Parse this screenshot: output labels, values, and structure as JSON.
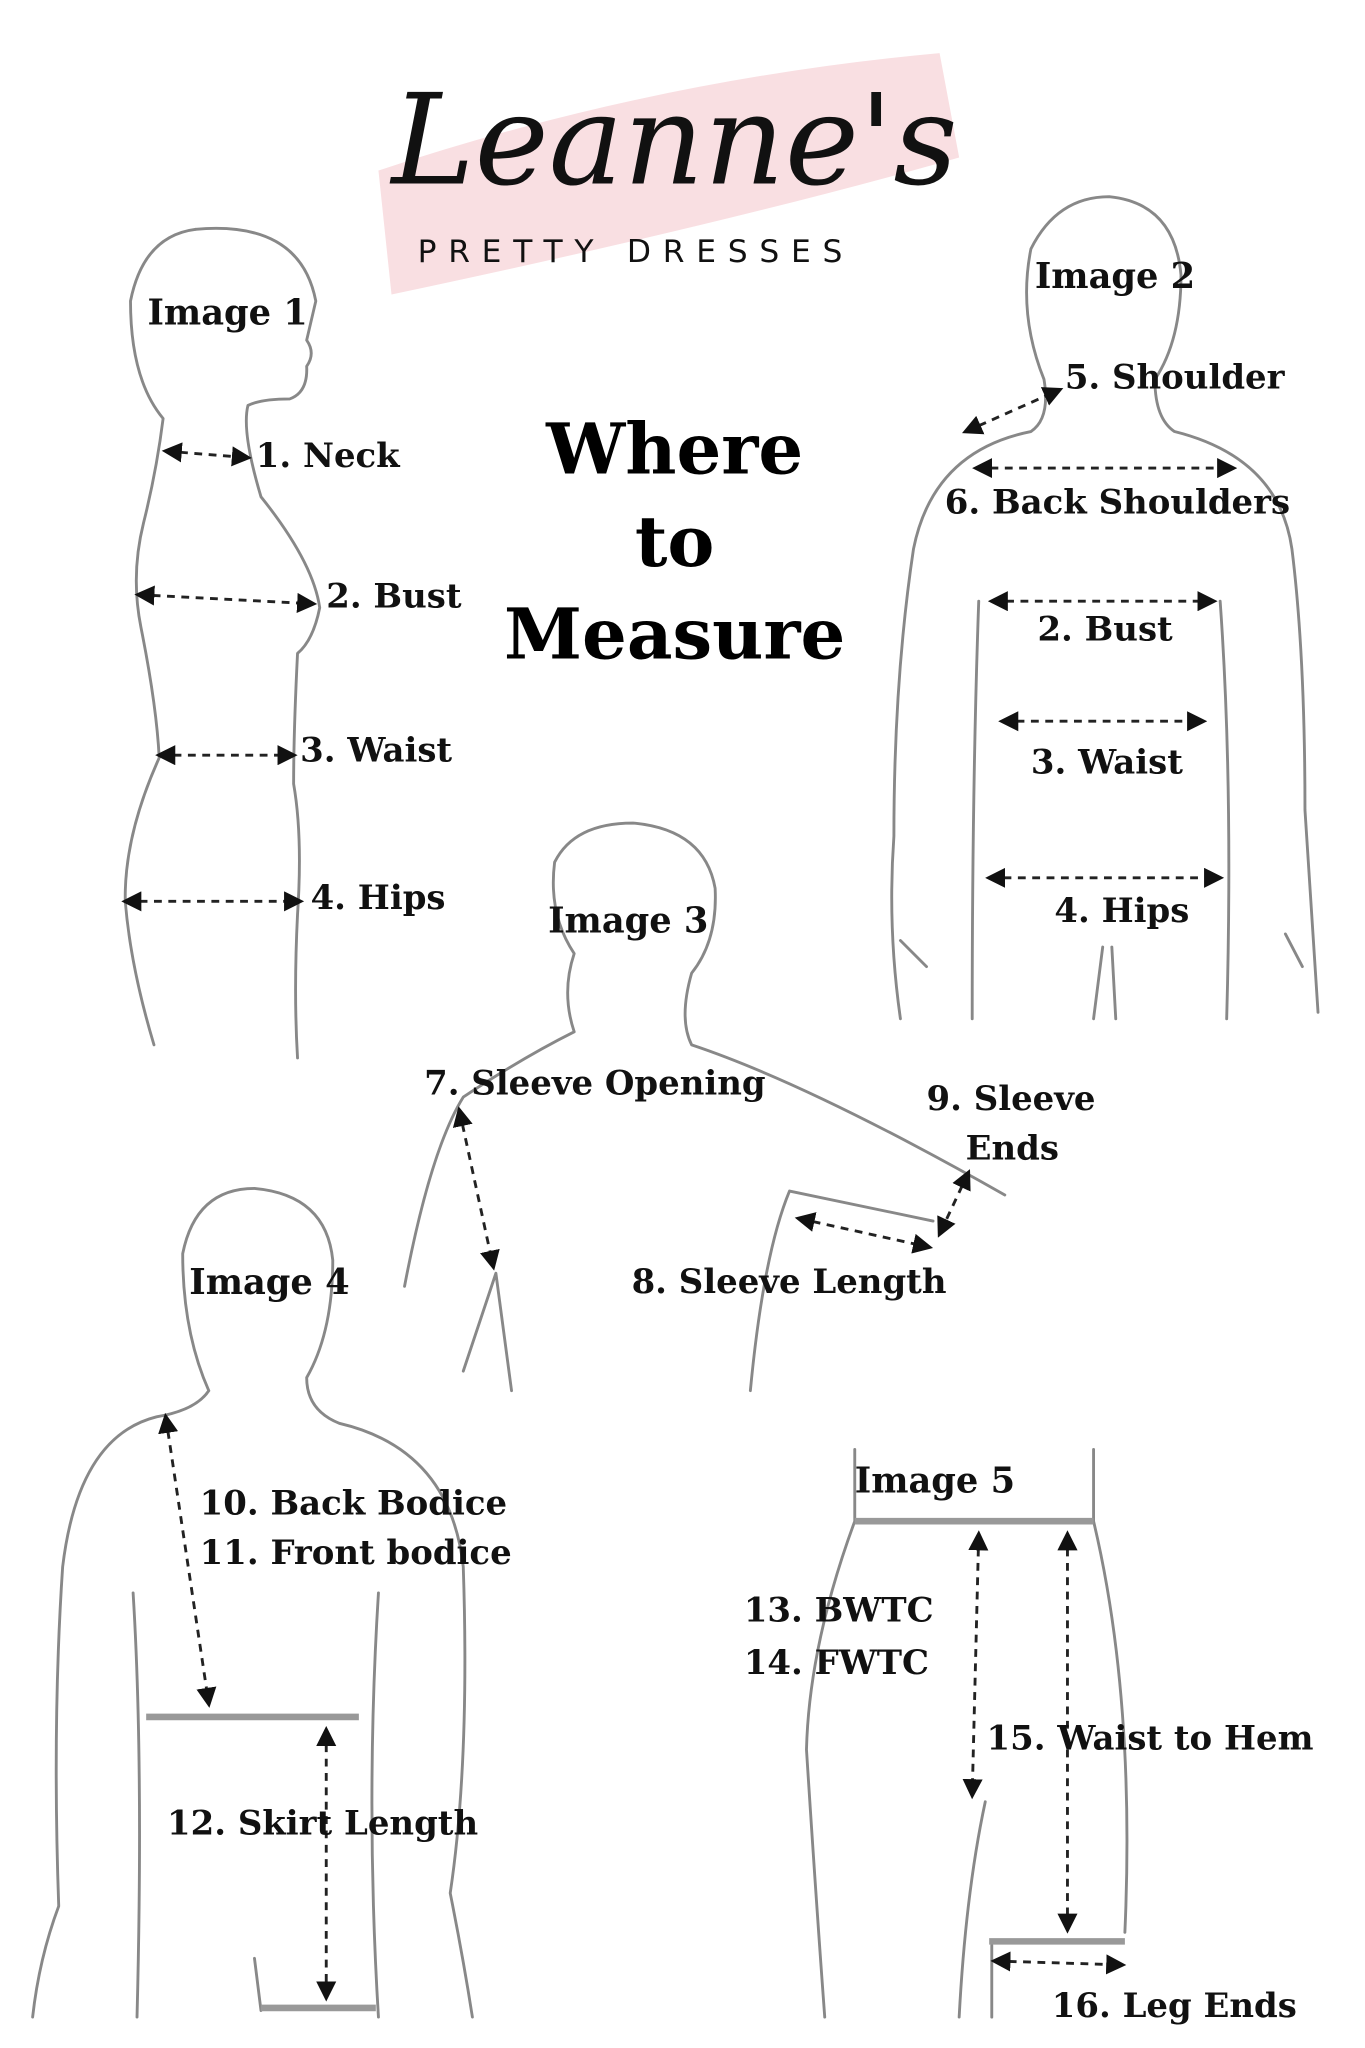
{
  "logo": {
    "name": "Leanne's",
    "tagline": "PRETTY DRESSES",
    "brush_color": "#f9dfe2"
  },
  "title": {
    "line1": "Where",
    "line2": "to",
    "line3": "Measure"
  },
  "image1": {
    "label": "Image 1",
    "neck": "1. Neck",
    "bust": "2. Bust",
    "waist": "3. Waist",
    "hips": "4. Hips"
  },
  "image2": {
    "label": "Image 2",
    "shoulder": "5. Shoulder",
    "back_shoulders": "6. Back Shoulders",
    "bust": "2. Bust",
    "waist": "3. Waist",
    "hips": "4. Hips"
  },
  "image3": {
    "label": "Image 3",
    "sleeve_opening": "7. Sleeve Opening",
    "sleeve_ends_1": "9. Sleeve",
    "sleeve_ends_2": "Ends",
    "sleeve_length": "8. Sleeve Length"
  },
  "image4": {
    "label": "Image 4",
    "back_bodice": "10. Back Bodice",
    "front_bodice": "11. Front bodice",
    "skirt_length": "12. Skirt Length"
  },
  "image5": {
    "label": "Image 5",
    "bwtc": "13. BWTC",
    "fwtc": "14. FWTC",
    "waist_to_hem": "15. Waist to Hem",
    "leg_ends": "16. Leg Ends"
  }
}
